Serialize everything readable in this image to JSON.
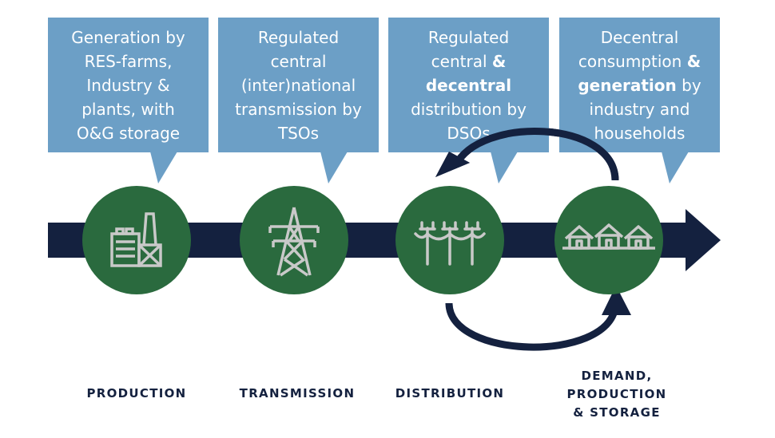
{
  "colors": {
    "callout_bg": "#6c9fc6",
    "arrow": "#14213f",
    "circle": "#2a6a3e",
    "icon": "#c9c9c9",
    "label": "#14213f"
  },
  "callouts": [
    {
      "name": "production",
      "lines": [
        "Generation by",
        "RES-farms,",
        "Industry &",
        "plants, with",
        "O&G storage"
      ]
    },
    {
      "name": "transmission",
      "lines": [
        "Regulated",
        "central",
        "(inter)national",
        "transmission by",
        "TSOs"
      ]
    },
    {
      "name": "distribution",
      "lines": [
        "Regulated",
        "central ",
        "& ",
        "decentral",
        "distribution by",
        "DSOs"
      ]
    },
    {
      "name": "demand",
      "lines": [
        "Decentral",
        "consumption ",
        "& ",
        "generation",
        " by",
        "industry and",
        "households"
      ]
    }
  ],
  "stages": [
    {
      "icon": "factory-icon",
      "label_lines": [
        "PRODUCTION"
      ]
    },
    {
      "icon": "transmission-tower-icon",
      "label_lines": [
        "TRANSMISSION"
      ]
    },
    {
      "icon": "power-lines-icon",
      "label_lines": [
        "DISTRIBUTION"
      ]
    },
    {
      "icon": "houses-icon",
      "label_lines": [
        "DEMAND,",
        "PRODUCTION",
        "& STORAGE"
      ]
    }
  ]
}
